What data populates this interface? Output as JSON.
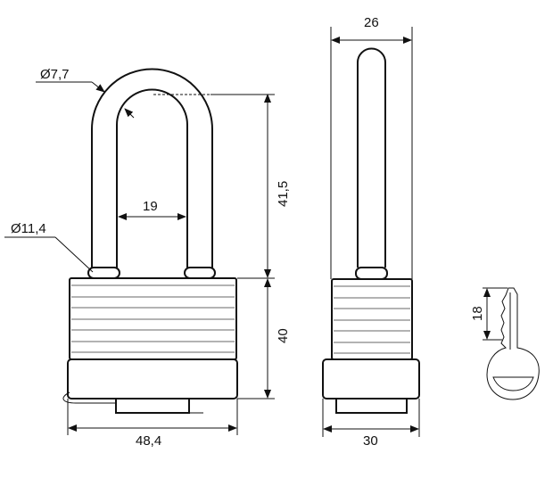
{
  "title": "Padlock dimensional drawing",
  "dimensions": {
    "shackle_diameter": "Ø7,7",
    "collar_diameter": "Ø11,4",
    "shackle_inner_width": "19",
    "shackle_clearance": "41,5",
    "body_height": "40",
    "body_width": "48,4",
    "side_shackle_depth": "26",
    "side_body_depth": "30",
    "key_blade_length": "18"
  },
  "colors": {
    "line": "#111111",
    "rib": "#9a9a9a"
  }
}
